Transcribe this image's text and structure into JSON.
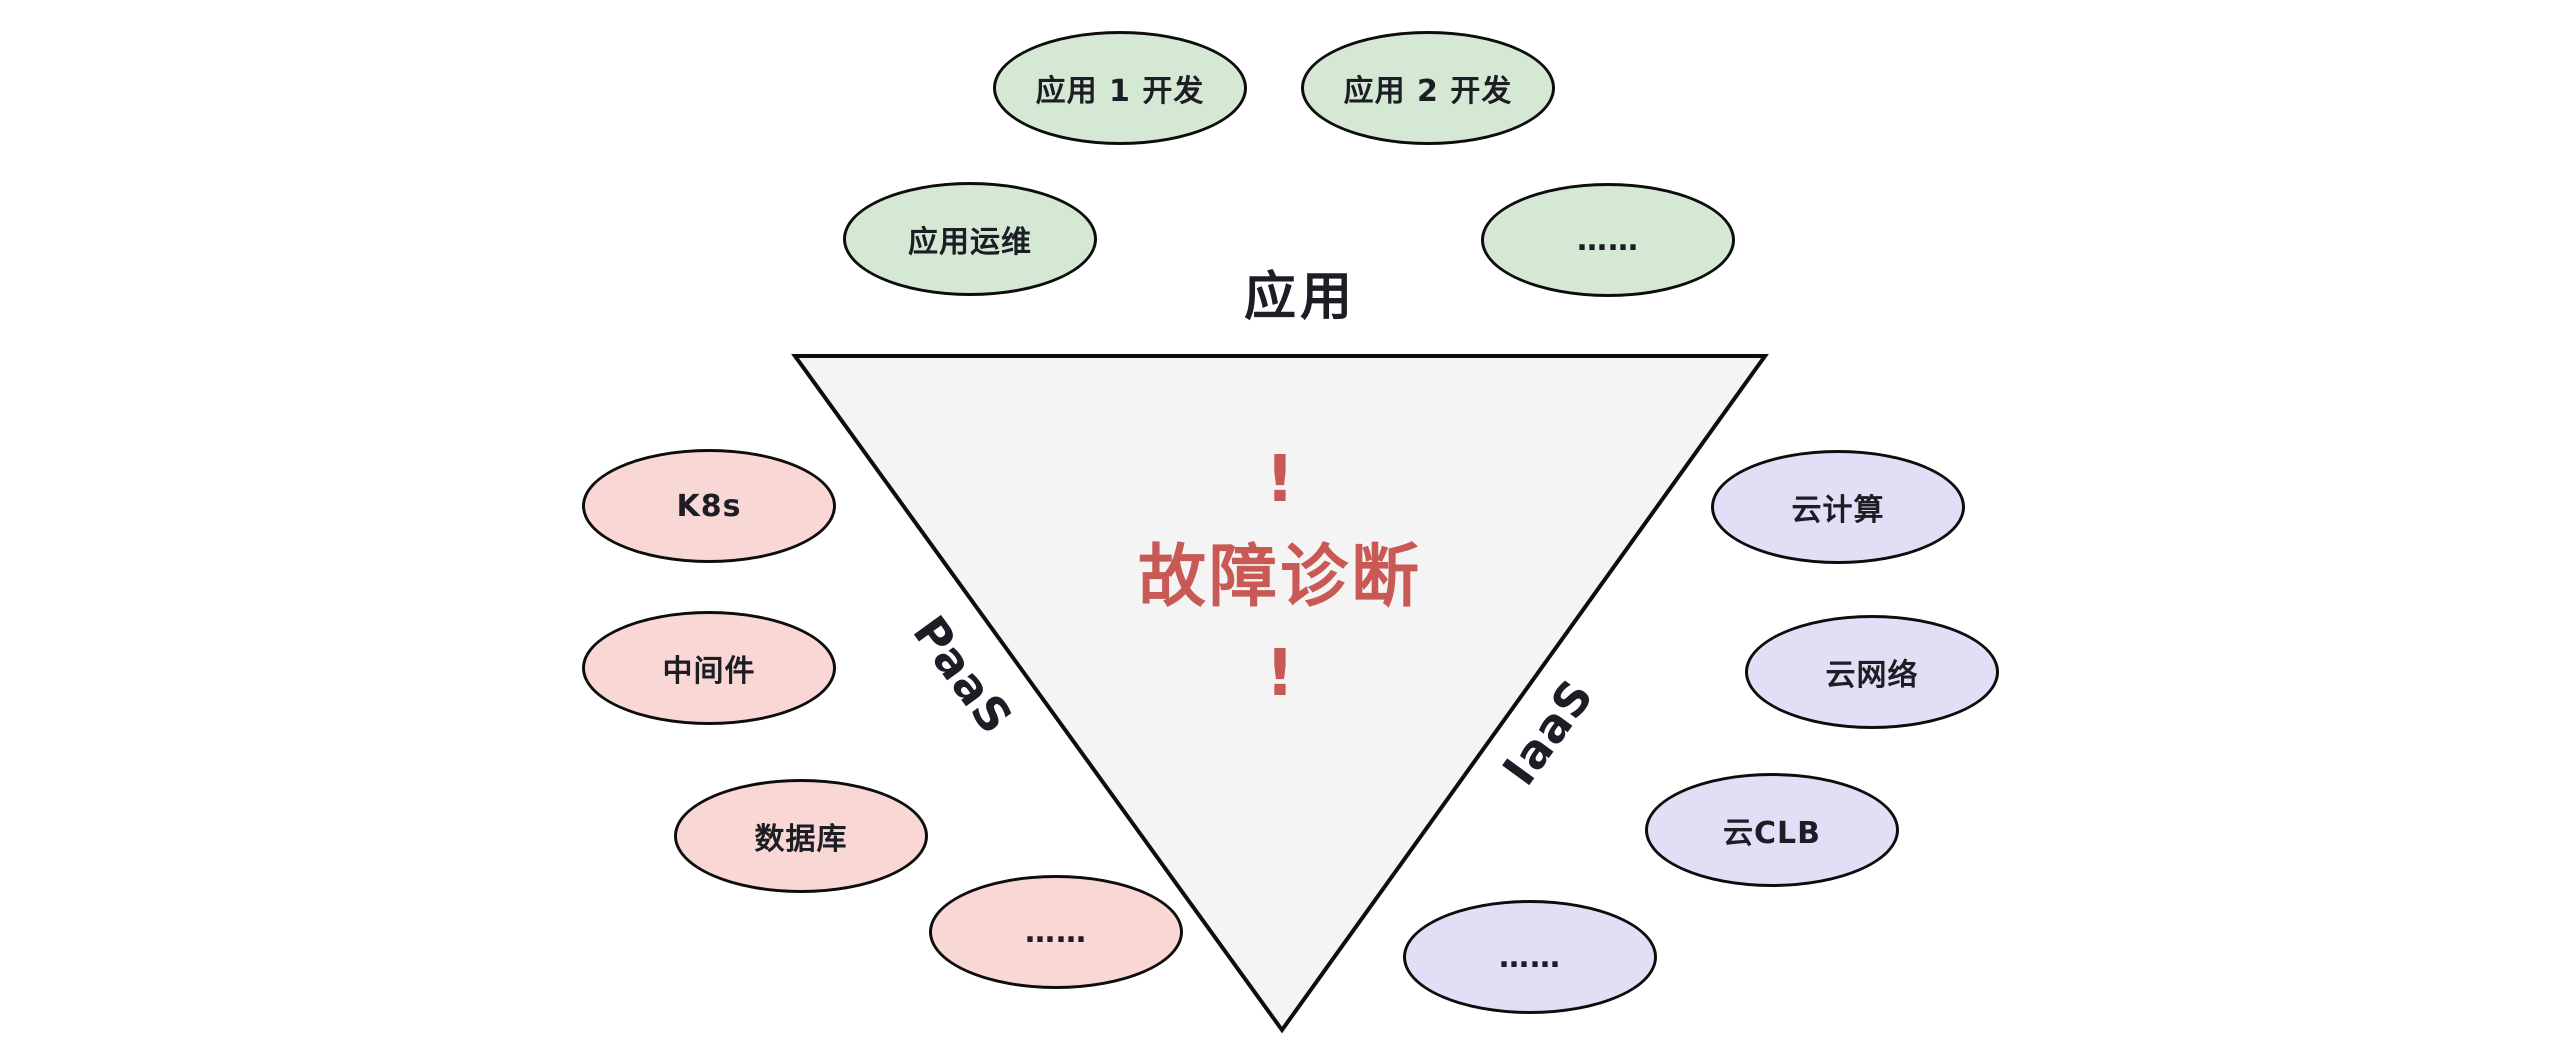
{
  "diagram": {
    "layers": {
      "app": "应用",
      "paas": "PaaS",
      "iaas": "IaaS"
    },
    "center": {
      "exclaim_top": "!",
      "title": "故障诊断",
      "exclaim_bottom": "!"
    },
    "groups": {
      "app": {
        "items": [
          "应用 1 开发",
          "应用 2 开发",
          "应用运维",
          "……"
        ]
      },
      "paas": {
        "items": [
          "K8s",
          "中间件",
          "数据库",
          "……"
        ]
      },
      "iaas": {
        "items": [
          "云计算",
          "云网络",
          "云CLB",
          "……"
        ]
      }
    },
    "colors": {
      "app_fill": "#d5e8d4",
      "paas_fill": "#f9d7d5",
      "iaas_fill": "#e3def6",
      "triangle_fill": "#f4f4f4",
      "stroke": "#0d0d0d",
      "text": "#1d1d26",
      "alert": "#c95955"
    }
  }
}
